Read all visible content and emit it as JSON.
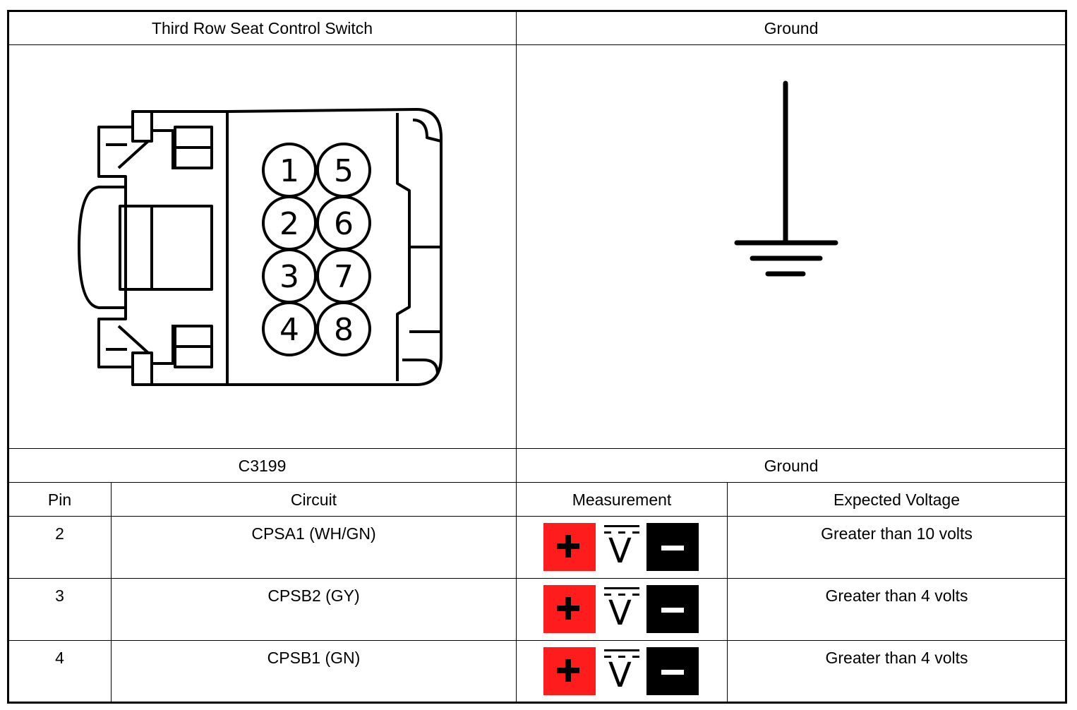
{
  "header": {
    "left_title": "Third Row Seat Control Switch",
    "right_title": "Ground"
  },
  "connector": {
    "name": "C3199",
    "pins": [
      "1",
      "5",
      "2",
      "6",
      "3",
      "7",
      "4",
      "8"
    ]
  },
  "ground_label": "Ground",
  "table": {
    "headers": {
      "pin": "Pin",
      "circuit": "Circuit",
      "measurement": "Measurement",
      "expected": "Expected Voltage"
    },
    "rows": [
      {
        "pin": "2",
        "circuit": "CPSA1 (WH/GN)",
        "measurement": "dc-voltmeter-icon",
        "expected": "Greater than 10 volts"
      },
      {
        "pin": "3",
        "circuit": "CPSB2 (GY)",
        "measurement": "dc-voltmeter-icon",
        "expected": "Greater than 4 volts"
      },
      {
        "pin": "4",
        "circuit": "CPSB1 (GN)",
        "measurement": "dc-voltmeter-icon",
        "expected": "Greater than 4 volts"
      }
    ]
  },
  "meter_symbol": {
    "plus_color": "#ff1c1c",
    "minus_color": "#000000",
    "letter": "V"
  }
}
